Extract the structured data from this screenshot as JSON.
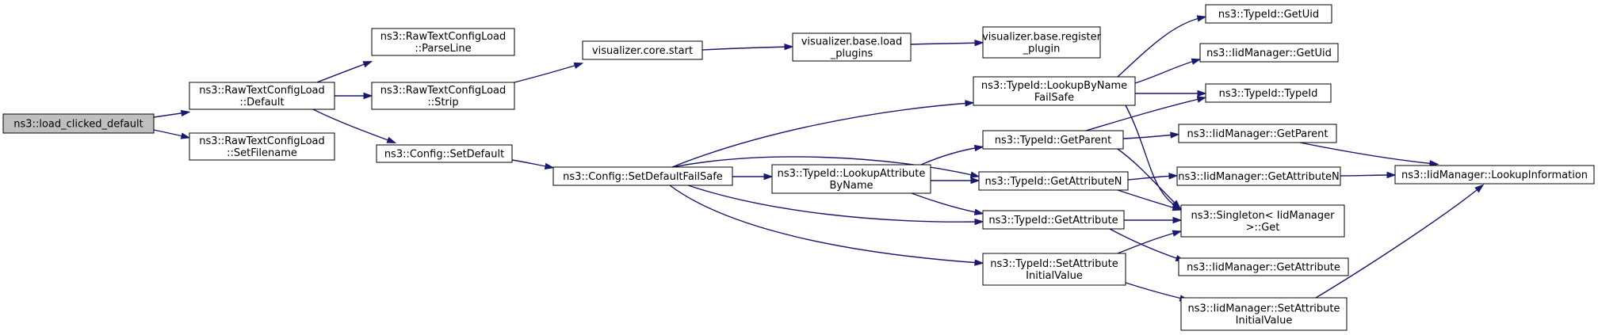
{
  "nodes": {
    "load_clicked_default": [
      "ns3::load_clicked_default"
    ],
    "rtcl_default": [
      "ns3::RawTextConfigLoad",
      "::Default"
    ],
    "rtcl_setfilename": [
      "ns3::RawTextConfigLoad",
      "::SetFilename"
    ],
    "rtcl_parseline": [
      "ns3::RawTextConfigLoad",
      "::ParseLine"
    ],
    "rtcl_strip": [
      "ns3::RawTextConfigLoad",
      "::Strip"
    ],
    "config_setdefault": [
      "ns3::Config::SetDefault"
    ],
    "vis_core_start": [
      "visualizer.core.start"
    ],
    "vis_base_load_plugins": [
      "visualizer.base.load",
      "_plugins"
    ],
    "vis_base_register_plugin": [
      "visualizer.base.register",
      "_plugin"
    ],
    "config_setdefaultfailsafe": [
      "ns3::Config::SetDefaultFailSafe"
    ],
    "typeid_lookupattributebyname": [
      "ns3::TypeId::LookupAttribute",
      "ByName"
    ],
    "typeid_lookupbynamefailsafe": [
      "ns3::TypeId::LookupByName",
      "FailSafe"
    ],
    "typeid_getuid": [
      "ns3::TypeId::GetUid"
    ],
    "iidmanager_getuid": [
      "ns3::IidManager::GetUid"
    ],
    "typeid_typeid": [
      "ns3::TypeId::TypeId"
    ],
    "typeid_getparent": [
      "ns3::TypeId::GetParent"
    ],
    "typeid_getattributen": [
      "ns3::TypeId::GetAttributeN"
    ],
    "typeid_getattribute": [
      "ns3::TypeId::GetAttribute"
    ],
    "typeid_setattributeinitialvalue": [
      "ns3::TypeId::SetAttribute",
      "InitialValue"
    ],
    "iidmanager_getparent": [
      "ns3::IidManager::GetParent"
    ],
    "iidmanager_getattributen": [
      "ns3::IidManager::GetAttributeN"
    ],
    "singleton_iidmanager_get": [
      "ns3::Singleton< IidManager",
      ">::Get"
    ],
    "iidmanager_getattribute": [
      "ns3::IidManager::GetAttribute"
    ],
    "iidmanager_setattributeinitialvalue": [
      "ns3::IidManager::SetAttribute",
      "InitialValue"
    ],
    "iidmanager_lookupinformation": [
      "ns3::IidManager::LookupInformation"
    ]
  },
  "edges": [
    [
      "load_clicked_default",
      "rtcl_default"
    ],
    [
      "load_clicked_default",
      "rtcl_setfilename"
    ],
    [
      "rtcl_default",
      "rtcl_parseline"
    ],
    [
      "rtcl_default",
      "rtcl_strip"
    ],
    [
      "rtcl_default",
      "config_setdefault"
    ],
    [
      "rtcl_strip",
      "vis_core_start"
    ],
    [
      "vis_core_start",
      "vis_base_load_plugins"
    ],
    [
      "vis_base_load_plugins",
      "vis_base_register_plugin"
    ],
    [
      "config_setdefault",
      "config_setdefaultfailsafe"
    ],
    [
      "config_setdefaultfailsafe",
      "typeid_lookupbynamefailsafe"
    ],
    [
      "config_setdefaultfailsafe",
      "typeid_getattributen"
    ],
    [
      "config_setdefaultfailsafe",
      "typeid_lookupattributebyname"
    ],
    [
      "config_setdefaultfailsafe",
      "typeid_getattribute"
    ],
    [
      "config_setdefaultfailsafe",
      "typeid_setattributeinitialvalue"
    ],
    [
      "typeid_lookupbynamefailsafe",
      "typeid_getuid"
    ],
    [
      "typeid_lookupbynamefailsafe",
      "iidmanager_getuid"
    ],
    [
      "typeid_lookupbynamefailsafe",
      "typeid_typeid"
    ],
    [
      "typeid_lookupbynamefailsafe",
      "singleton_iidmanager_get"
    ],
    [
      "typeid_lookupattributebyname",
      "typeid_getparent"
    ],
    [
      "typeid_lookupattributebyname",
      "typeid_getattributen"
    ],
    [
      "typeid_lookupattributebyname",
      "typeid_getattribute"
    ],
    [
      "typeid_getparent",
      "typeid_typeid"
    ],
    [
      "typeid_getparent",
      "iidmanager_getparent"
    ],
    [
      "typeid_getparent",
      "singleton_iidmanager_get"
    ],
    [
      "typeid_getattributen",
      "iidmanager_getattributen"
    ],
    [
      "typeid_getattributen",
      "singleton_iidmanager_get"
    ],
    [
      "typeid_getattribute",
      "singleton_iidmanager_get"
    ],
    [
      "typeid_getattribute",
      "iidmanager_getattribute"
    ],
    [
      "typeid_setattributeinitialvalue",
      "singleton_iidmanager_get"
    ],
    [
      "typeid_setattributeinitialvalue",
      "iidmanager_setattributeinitialvalue"
    ],
    [
      "iidmanager_getparent",
      "iidmanager_lookupinformation"
    ],
    [
      "iidmanager_getattributen",
      "iidmanager_lookupinformation"
    ],
    [
      "iidmanager_setattributeinitialvalue",
      "iidmanager_lookupinformation"
    ]
  ],
  "colors": {
    "edge": "#191970",
    "node_border": "#000000",
    "root_fill": "#bfbfbf",
    "node_fill": "#ffffff"
  }
}
